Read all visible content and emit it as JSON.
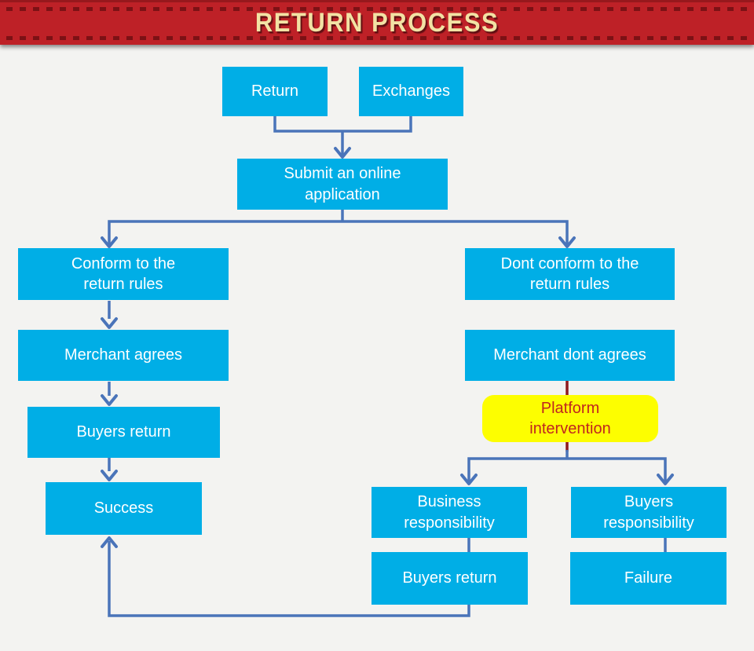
{
  "header": {
    "title": "RETURN PROCESS"
  },
  "nodes": {
    "return": {
      "label": "Return"
    },
    "exchanges": {
      "label": "Exchanges"
    },
    "submit": {
      "label": "Submit an online\napplication"
    },
    "conform": {
      "label": "Conform to the\nreturn rules"
    },
    "dont_conform": {
      "label": "Dont conform to the\nreturn rules"
    },
    "merchant_agrees": {
      "label": "Merchant agrees"
    },
    "merchant_dont_agrees": {
      "label": "Merchant dont agrees"
    },
    "buyers_return_left": {
      "label": "Buyers return"
    },
    "success": {
      "label": "Success"
    },
    "platform_intervention": {
      "label": "Platform\nintervention"
    },
    "business_responsibility": {
      "label": "Business\nresponsibility"
    },
    "buyers_responsibility": {
      "label": "Buyers\nresponsibility"
    },
    "buyers_return_right": {
      "label": "Buyers return"
    },
    "failure": {
      "label": "Failure"
    }
  },
  "colors": {
    "banner_red": "#be2127",
    "banner_stitch": "#7c1115",
    "title_cream": "#f2e2a4",
    "node_cyan": "#00aee6",
    "node_text": "#ffffff",
    "connector_blue": "#4a74b9",
    "connector_red": "#8e1a1d",
    "platform_yellow": "#fdfe00",
    "platform_text_red": "#c0261f",
    "background": "#f3f3f1"
  }
}
